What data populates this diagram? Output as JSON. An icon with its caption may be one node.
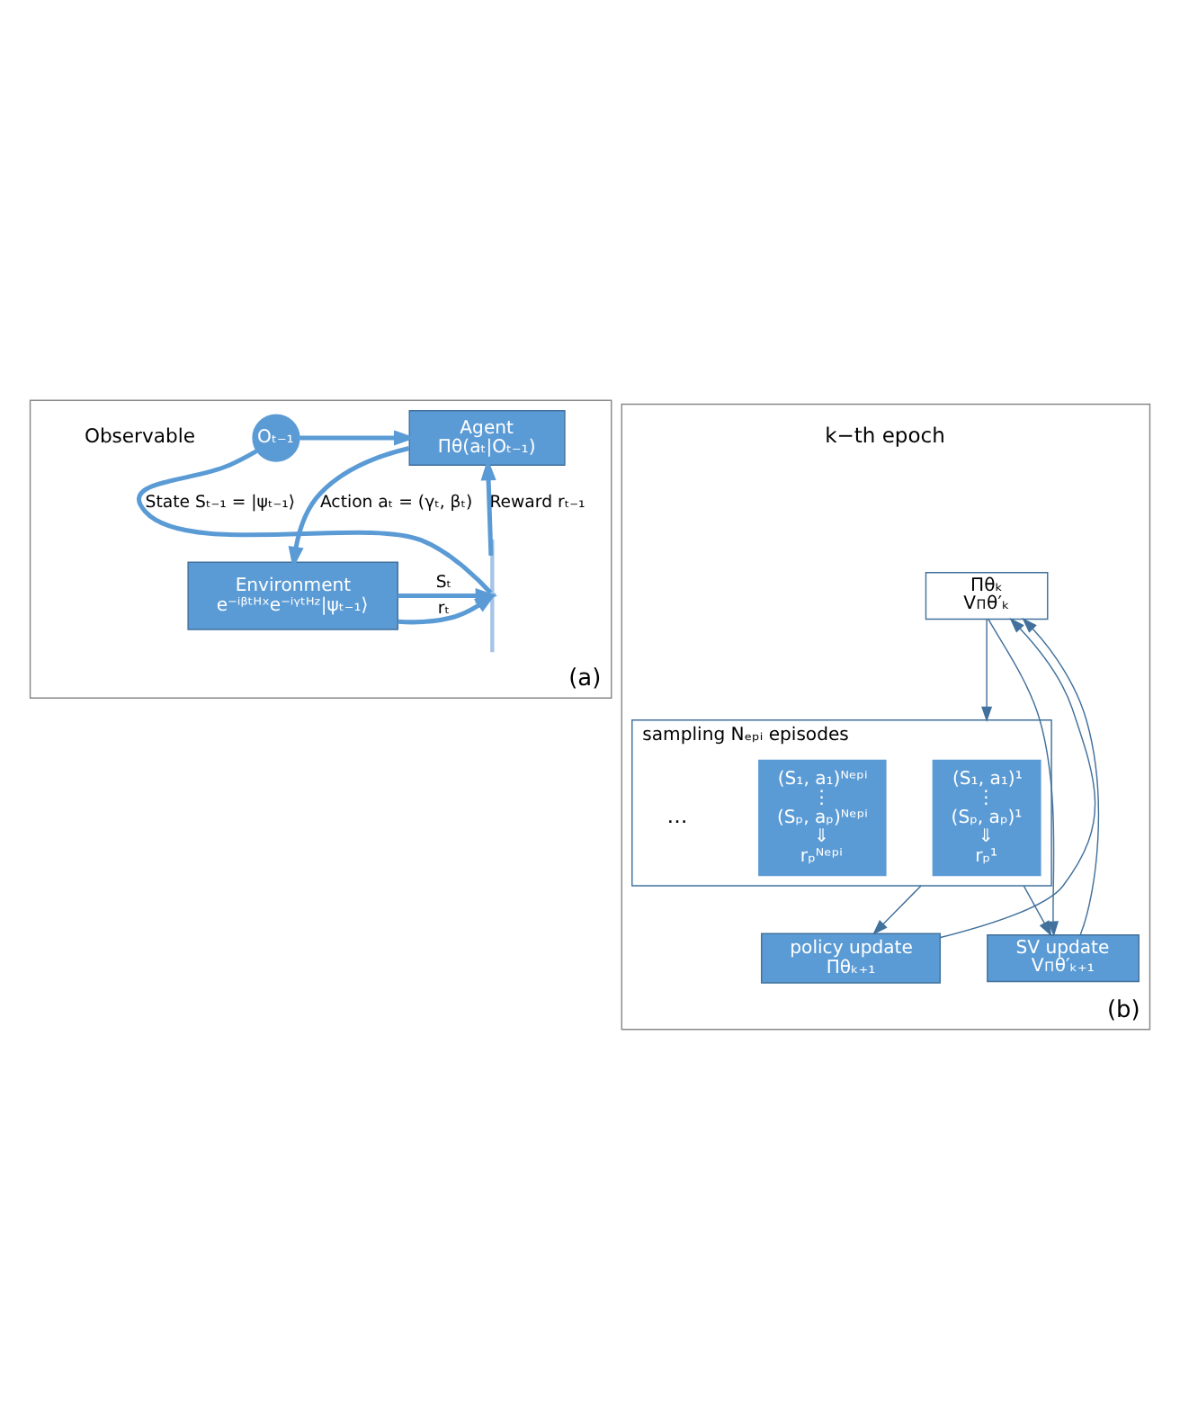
{
  "diagram": {
    "nodes": [
      {
        "text": [
          "(a)"
        ]
      },
      {
        "text": [
          "Agent",
          "Πθ(aₜ|Oₜ₋₁)"
        ],
        "in": 0
      },
      {
        "text": [
          "Oₜ₋₁"
        ],
        "beside": [
          "Observable"
        ],
        "in": 0
      },
      {
        "text": [
          "Environment",
          "e⁻ⁱᵝᵗᴴˣe⁻ⁱᵞᵗᴴᶻ|ψₜ₋₁⟩"
        ],
        "in": 0
      },
      {
        "text": [],
        "shape": "bar",
        "in": 0
      },
      {
        "text": [
          "(b)"
        ]
      },
      {
        "text": [
          "Πθₖ",
          "V$^{Π}$θ′ₖ"
        ],
        "in": 5
      },
      {
        "text": [
          "sampling Nₑₚᵢ episodes"
        ],
        "in": 5
      },
      {
        "text": [
          "(S₁, a₁)¹",
          "⋮",
          "(Sₚ, aₚ)¹",
          "⇓",
          "rₚ¹"
        ],
        "in": 7
      },
      {
        "text": [
          "(S₁, a₁)ᴺᵉᵖⁱ",
          "⋮",
          "(Sₚ, aₚ)ᴺᵉᵖⁱ",
          "⇓",
          "rₚᴺᵉᵖⁱ"
        ],
        "in": 7
      },
      {
        "text": [
          "policy update",
          "Πθₖ₊₁"
        ],
        "in": 5
      },
      {
        "text": [
          "SV update",
          "V$^{Π}$θ′ₖ₊₁"
        ],
        "in": 5
      }
    ],
    "edges": [
      {
        "from": 1,
        "to": 3,
        "arrow": "to",
        "label": "Action aₜ = (γₜ, βₜ)",
        "style": "thick",
        "color": "#5b9bd5"
      },
      {
        "from": 3,
        "to": 4,
        "arrow": "to",
        "label": "Sₜ",
        "style": "thick",
        "color": "#5b9bd5"
      },
      {
        "from": 3,
        "to": 4,
        "arrow": "to",
        "label": "rₜ",
        "style": "thick",
        "color": "#5b9bd5"
      },
      {
        "from": 4,
        "to": 2,
        "arrow": "none",
        "label": "State Sₜ₋₁ = |ψₜ₋₁⟩",
        "style": "thick",
        "color": "#5b9bd5"
      },
      {
        "from": 2,
        "to": 1,
        "arrow": "to",
        "style": "thick",
        "color": "#5b9bd5"
      },
      {
        "from": 4,
        "to": 1,
        "arrow": "to",
        "label": "Reward rₜ₋₁",
        "style": "thick",
        "color": "#5b9bd5"
      },
      {
        "from": 6,
        "to": 7,
        "arrow": "to"
      },
      {
        "from": 7,
        "to": 10,
        "arrow": "to"
      },
      {
        "from": 7,
        "to": 11,
        "arrow": "to"
      },
      {
        "from": 6,
        "to": 11,
        "arrow": "to"
      },
      {
        "from": 10,
        "to": 6,
        "arrow": "to"
      },
      {
        "from": 11,
        "to": 6,
        "arrow": "to"
      }
    ],
    "labels": [
      "…",
      "k−th epoch"
    ]
  }
}
